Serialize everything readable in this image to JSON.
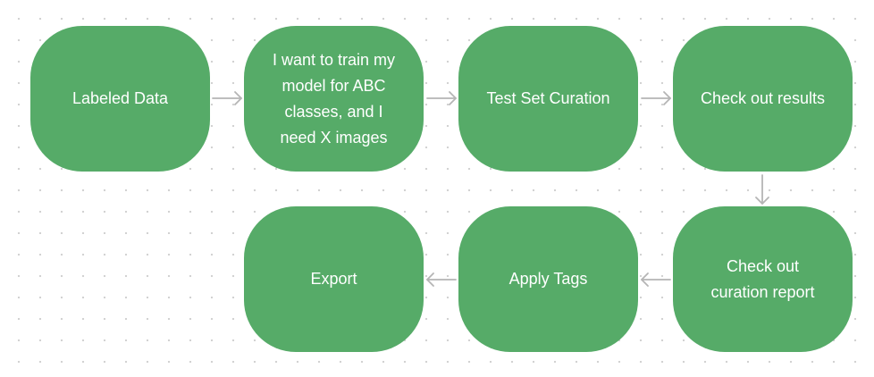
{
  "flowchart": {
    "nodes": [
      {
        "label": "Labeled Data"
      },
      {
        "label": "I want to train my\nmodel for ABC\nclasses, and I\nneed X images"
      },
      {
        "label": "Test Set Curation"
      },
      {
        "label": "Check out results"
      },
      {
        "label": "Check out\ncuration report"
      },
      {
        "label": "Apply Tags"
      },
      {
        "label": "Export"
      }
    ],
    "colors": {
      "node_fill": "#56ab68",
      "node_text": "#ffffff",
      "arrow": "#b5b5b5",
      "background": "#ffffff",
      "grid_dots": "#cfcfcf"
    }
  }
}
